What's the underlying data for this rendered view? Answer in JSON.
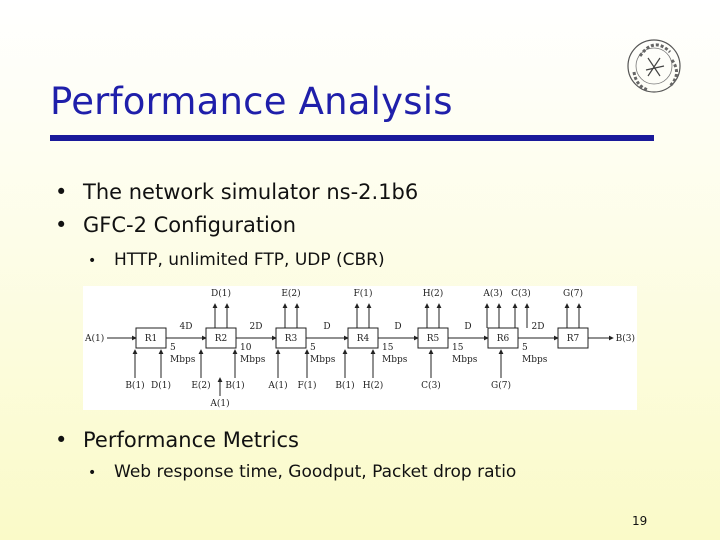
{
  "slide": {
    "title": "Performance Analysis",
    "bullets": [
      "The network simulator ns-2.1b6",
      "GFC-2 Configuration"
    ],
    "sub_bullet_1": "HTTP, unlimited FTP, UDP (CBR)",
    "metrics_bullet": "Performance Metrics",
    "sub_bullet_2": "Web response time, Goodput, Packet drop ratio",
    "page_number": "19",
    "bullet_glyph": "•",
    "title_color": "#1f1faa",
    "rule_color": "#1a1a9a"
  },
  "diagram": {
    "routers": [
      "R1",
      "R2",
      "R3",
      "R4",
      "R5",
      "R6",
      "R7"
    ],
    "link_delays": [
      "4D",
      "2D",
      "D",
      "D",
      "D",
      "2D"
    ],
    "link_speeds": [
      "5\nMbps",
      "10\nMbps",
      "5\nMbps",
      "15\nMbps",
      "15\nMbps",
      "5\nMbps"
    ],
    "ends": {
      "left": "A(1)",
      "right": "B(3)"
    },
    "top_labels": [
      "D(1)",
      "E(2)",
      "F(1)",
      "H(2)",
      "A(3)",
      "C(3)",
      "G(7)"
    ],
    "bottom_labels": [
      "B(1)",
      "D(1)",
      "E(2)",
      "B(1)",
      "A(1)",
      "F(1)",
      "B(1)",
      "H(2)",
      "C(3)",
      "G(7)"
    ],
    "below_label": "A(1)"
  }
}
